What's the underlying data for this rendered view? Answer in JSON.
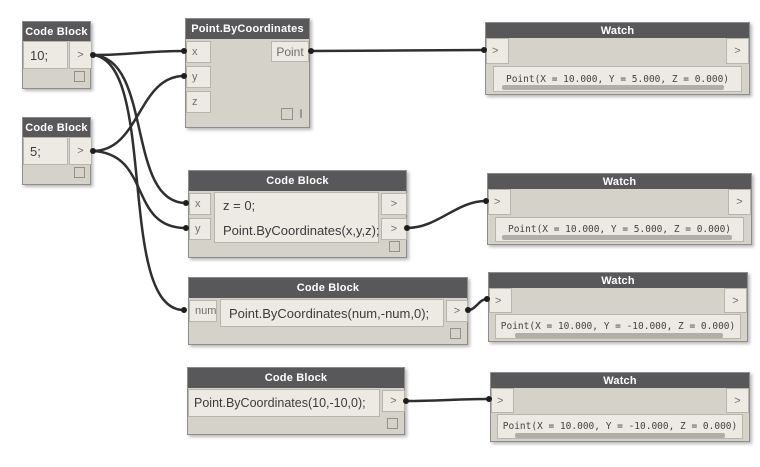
{
  "colors": {
    "canvas_background": "#ffffff",
    "node_header": "#58585a",
    "node_body": "#d5d2ca",
    "port_cell": "#eceae3",
    "wire": "#2f2f2f",
    "scrollbar": "#b0aea7"
  },
  "nodes": {
    "cb1": {
      "title": "Code Block",
      "code": "10;",
      "out": ">"
    },
    "cb2": {
      "title": "Code Block",
      "code": "5;",
      "out": ">"
    },
    "point": {
      "title": "Point.ByCoordinates",
      "inputs": [
        "x",
        "y",
        "z"
      ],
      "out": "Point"
    },
    "cbmid": {
      "title": "Code Block",
      "inputs": [
        "x",
        "y"
      ],
      "lines": [
        "z = 0;",
        "Point.ByCoordinates(x,y,z);"
      ],
      "outs": [
        ">",
        ">"
      ]
    },
    "cbnum": {
      "title": "Code Block",
      "inputs": [
        "num"
      ],
      "lines": [
        "Point.ByCoordinates(num,-num,0);"
      ],
      "outs": [
        ">"
      ]
    },
    "cblit": {
      "title": "Code Block",
      "lines": [
        "Point.ByCoordinates(10,-10,0);"
      ],
      "outs": [
        ">"
      ]
    },
    "w1": {
      "title": "Watch",
      "in": ">",
      "out": ">",
      "value": "Point(X = 10.000, Y = 5.000, Z = 0.000)"
    },
    "w2": {
      "title": "Watch",
      "in": ">",
      "out": ">",
      "value": "Point(X = 10.000, Y = 5.000, Z = 0.000)"
    },
    "w3": {
      "title": "Watch",
      "in": ">",
      "out": ">",
      "value": "Point(X = 10.000, Y = -10.000, Z = 0.000)"
    },
    "w4": {
      "title": "Watch",
      "in": ">",
      "out": ">",
      "value": "Point(X = 10.000, Y = -10.000, Z = 0.000)"
    }
  }
}
